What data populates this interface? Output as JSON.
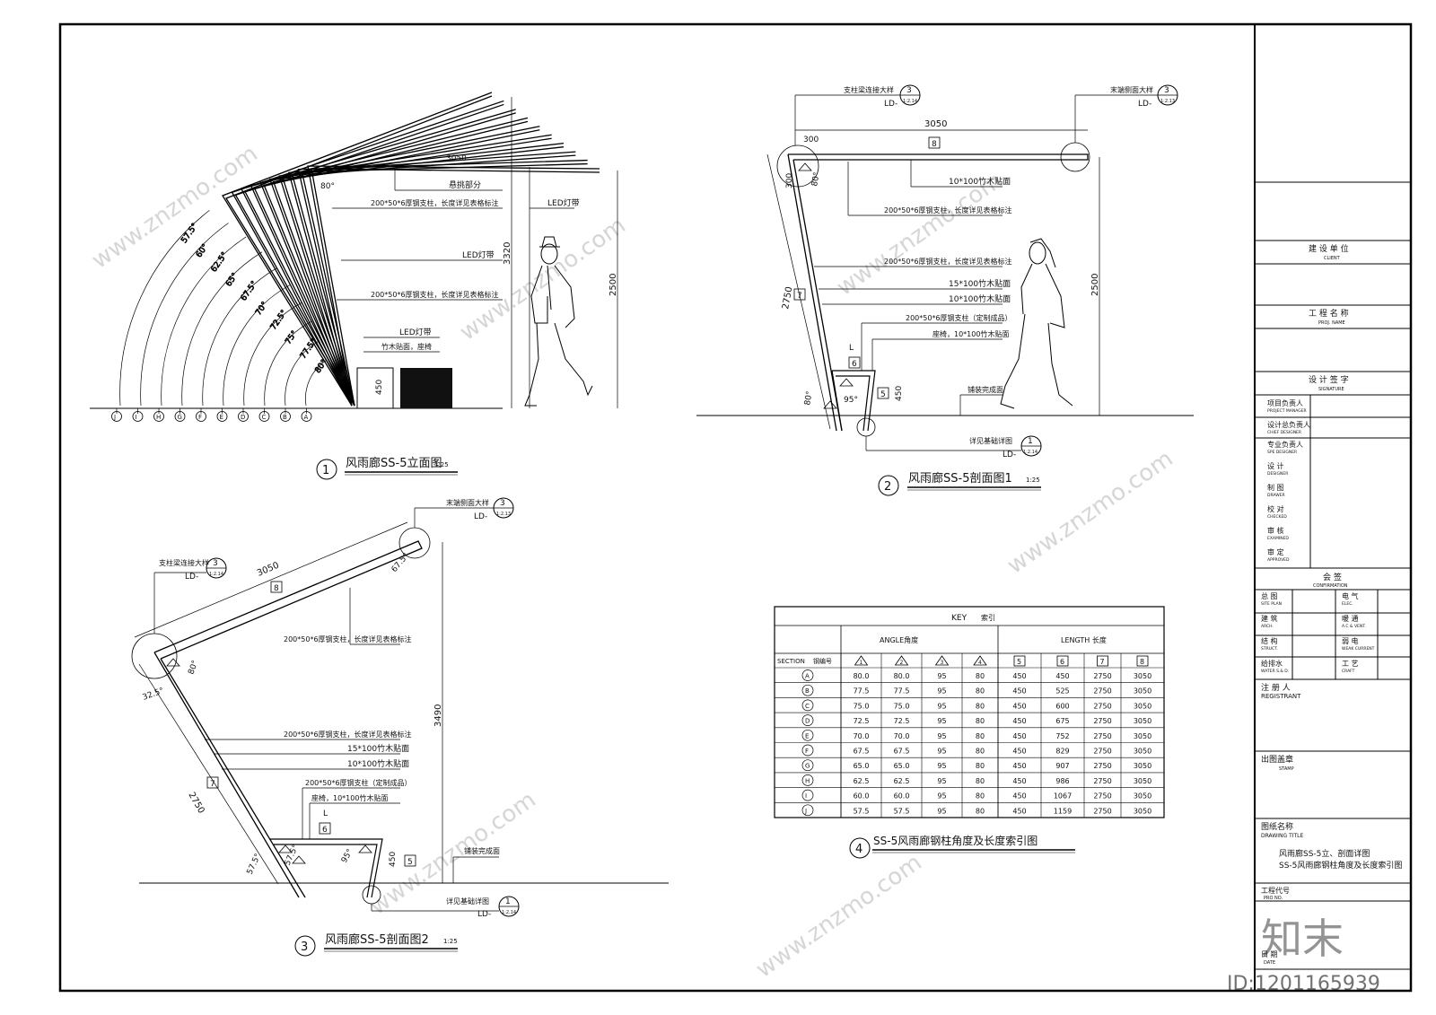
{
  "drawing1": {
    "title": "风雨廊SS-5立面图",
    "scale": "1:25",
    "number": "1",
    "labels": {
      "cantilever": "悬挑部分",
      "column_top": "200*50*6厚钢支柱，长度详见表格标注",
      "led_top": "LED灯带",
      "led_mid": "LED灯带",
      "column_mid": "200*50*6厚钢支柱，长度详见表格标注",
      "led_seat": "LED灯带",
      "bamboo_seat": "竹木贴面，座椅"
    },
    "dims": {
      "total_height": "3320",
      "span": "3050",
      "person_height": "2500",
      "seat_height": "450",
      "angle_top": "80°"
    },
    "arc_angles": [
      "57.5°",
      "60°",
      "62.5°",
      "65°",
      "67.5°",
      "70°",
      "72.5°",
      "75°",
      "77.5°",
      "80°"
    ],
    "grid_letters": [
      "J",
      "I",
      "H",
      "G",
      "F",
      "E",
      "D",
      "C",
      "B",
      "A"
    ]
  },
  "drawing2": {
    "title": "风雨廊SS-5剖面图1",
    "scale": "1:25",
    "number": "2",
    "callouts": {
      "left": {
        "text": "支柱梁连接大样",
        "code": "LD-",
        "num": "3",
        "sheet": "1:2.14"
      },
      "right": {
        "text": "末端侧面大样",
        "code": "LD-",
        "num": "3",
        "sheet": "1:2.13"
      },
      "bottom": {
        "text": "详见基础详图",
        "code": "LD-",
        "num": "1",
        "sheet": "1:2.14"
      }
    },
    "labels": {
      "bamboo1": "10*100竹木贴面",
      "column1": "200*50*6厚钢支柱，长度详见表格标注",
      "column2": "200*50*6厚钢支柱，长度详见表格标注",
      "bamboo2": "15*100竹木贴面",
      "bamboo3": "10*100竹木贴面",
      "column_custom": "200*50*6厚钢支柱（定制成品）",
      "seat": "座椅，10*100竹木贴面",
      "paving": "铺装完成面"
    },
    "dims": {
      "span": "3050",
      "tag_span": "8",
      "top_offset": "300",
      "vertical": "300",
      "column_len": "2750",
      "tag_col": "7",
      "seat_w": "L",
      "tag_seat": "6",
      "seat_h": "450",
      "tag_h": "5",
      "person_h": "2500",
      "ang1": "80°",
      "ang2": "80°",
      "ang3": "95°"
    }
  },
  "drawing3": {
    "title": "风雨廊SS-5剖面图2",
    "scale": "1:25",
    "number": "3",
    "callouts": {
      "left": {
        "text": "支柱梁连接大样",
        "code": "LD-",
        "num": "3",
        "sheet": "1:2.14"
      },
      "right": {
        "text": "末端侧面大样",
        "code": "LD-",
        "num": "3",
        "sheet": "1:2.13"
      },
      "bottom": {
        "text": "详见基础详图",
        "code": "LD-",
        "num": "1",
        "sheet": "1:2.14"
      }
    },
    "labels": {
      "column1": "200*50*6厚钢支柱，长度详见表格标注",
      "column2": "200*50*6厚钢支柱，长度详见表格标注",
      "bamboo2": "15*100竹木贴面",
      "bamboo3": "10*100竹木贴面",
      "column_custom": "200*50*6厚钢支柱（定制成品）",
      "seat": "座椅，10*100竹木贴面",
      "paving": "铺装完成面"
    },
    "dims": {
      "span": "3050",
      "tag_span": "8",
      "height": "3490",
      "column_len": "2750",
      "tag_col": "7",
      "seat_w": "L",
      "tag_seat": "6",
      "seat_h": "450",
      "tag_h": "5",
      "ang_top": "67.5°",
      "ang_knee": "80°",
      "ang_side": "32.5°",
      "ang_base1": "57.5°",
      "ang_base2": "57.5°",
      "ang_seat": "95°"
    }
  },
  "table": {
    "number": "4",
    "title": "SS-5风雨廊钢柱角度及长度索引图",
    "key_label": "KEY",
    "key_cn": "索引",
    "angle_header": "ANGLE角度",
    "length_header": "LENGTH 长度",
    "section_label": "SECTION",
    "section_cn": "钢编号",
    "angle_cols": [
      "1",
      "2",
      "3",
      "4"
    ],
    "length_cols": [
      "5",
      "6",
      "7",
      "8"
    ],
    "rows": [
      {
        "id": "A",
        "values": [
          "80.0",
          "80.0",
          "95",
          "80",
          "450",
          "450",
          "2750",
          "3050"
        ]
      },
      {
        "id": "B",
        "values": [
          "77.5",
          "77.5",
          "95",
          "80",
          "450",
          "525",
          "2750",
          "3050"
        ]
      },
      {
        "id": "C",
        "values": [
          "75.0",
          "75.0",
          "95",
          "80",
          "450",
          "600",
          "2750",
          "3050"
        ]
      },
      {
        "id": "D",
        "values": [
          "72.5",
          "72.5",
          "95",
          "80",
          "450",
          "675",
          "2750",
          "3050"
        ]
      },
      {
        "id": "E",
        "values": [
          "70.0",
          "70.0",
          "95",
          "80",
          "450",
          "752",
          "2750",
          "3050"
        ]
      },
      {
        "id": "F",
        "values": [
          "67.5",
          "67.5",
          "95",
          "80",
          "450",
          "829",
          "2750",
          "3050"
        ]
      },
      {
        "id": "G",
        "values": [
          "65.0",
          "65.0",
          "95",
          "80",
          "450",
          "907",
          "2750",
          "3050"
        ]
      },
      {
        "id": "H",
        "values": [
          "62.5",
          "62.5",
          "95",
          "80",
          "450",
          "986",
          "2750",
          "3050"
        ]
      },
      {
        "id": "I",
        "values": [
          "60.0",
          "60.0",
          "95",
          "80",
          "450",
          "1067",
          "2750",
          "3050"
        ]
      },
      {
        "id": "J",
        "values": [
          "57.5",
          "57.5",
          "95",
          "80",
          "450",
          "1159",
          "2750",
          "3050"
        ]
      }
    ]
  },
  "title_block": {
    "client_cn": "建 设 单 位",
    "client_en": "CLIENT",
    "proj_cn": "工 程 名 称",
    "proj_en": "PROJ. NAME",
    "sig_cn": "设 计 签 字",
    "sig_en": "SIGNATURE",
    "roles": [
      {
        "cn": "项目负责人",
        "en": "PROJECT MANAGER"
      },
      {
        "cn": "设计总负责人",
        "en": "CHIEF DESIGNER"
      },
      {
        "cn": "专业负责人",
        "en": "SPE DESIGNER"
      },
      {
        "cn": "设 计",
        "en": "DESIGNER"
      },
      {
        "cn": "制 图",
        "en": "DRAWER"
      },
      {
        "cn": "校 对",
        "en": "CHECKED"
      },
      {
        "cn": "审 核",
        "en": "EXAMINED"
      },
      {
        "cn": "审 定",
        "en": "APPROVED"
      }
    ],
    "conf_cn": "会 签",
    "conf_en": "CONFIRMATION",
    "conf_items": [
      {
        "cn": "总 图",
        "en": "SITE PLAN"
      },
      {
        "cn": "电 气",
        "en": "ELEC."
      },
      {
        "cn": "建 筑",
        "en": "ARCH."
      },
      {
        "cn": "暖 通",
        "en": "A.C & VENT."
      },
      {
        "cn": "结 构",
        "en": "STRUCT."
      },
      {
        "cn": "弱 电",
        "en": "WEAK CURRENT"
      },
      {
        "cn": "给排水",
        "en": "WATER S.& D."
      },
      {
        "cn": "工 艺",
        "en": "CRAFT"
      }
    ],
    "registrant_cn": "注 册 人",
    "registrant_en": "REGISTRANT",
    "stamp_cn": "出图盖章",
    "stamp_en": "STAMP",
    "dtitle_cn": "图纸名称",
    "dtitle_en": "DRAWING TITLE",
    "dtitle_line1": "风雨廊SS-5立、剖面详图",
    "dtitle_line2": "SS-5风雨廊钢柱角度及长度索引图",
    "projno_cn": "工程代号",
    "projno_en": "PRO NO.",
    "date_cn": "日 期",
    "date_en": "DATE"
  },
  "watermark": {
    "brand": "知末",
    "site": "www.znzmo.com",
    "id": "ID:1201165939"
  }
}
